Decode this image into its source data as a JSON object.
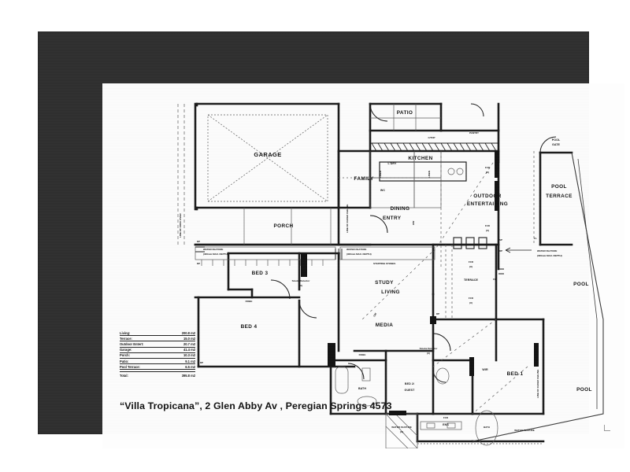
{
  "document": {
    "type": "architectural-floor-plan",
    "caption": "“Villa Tropicana”, 2 Glen Abby Av , Peregian Springs 4573"
  },
  "rooms": [
    {
      "id": "garage",
      "label": "GARAGE"
    },
    {
      "id": "porch",
      "label": "PORCH"
    },
    {
      "id": "entry",
      "label": "ENTRY"
    },
    {
      "id": "laundry",
      "label": "L'DRY"
    },
    {
      "id": "wc",
      "label": "WC"
    },
    {
      "id": "patio",
      "label": "PATIO"
    },
    {
      "id": "kitchen",
      "label": "KITCHEN"
    },
    {
      "id": "family",
      "label": "FAMILY"
    },
    {
      "id": "dining",
      "label": "DINING"
    },
    {
      "id": "outdoor-entertaining",
      "label": "OUTDOOR\nENTERTAINING"
    },
    {
      "id": "pool-terrace",
      "label": "POOL\nTERRACE"
    },
    {
      "id": "pool-gate",
      "label": "POOL\nGATE"
    },
    {
      "id": "bed3",
      "label": "BED 3"
    },
    {
      "id": "bed4",
      "label": "BED 4"
    },
    {
      "id": "study",
      "label": "STUDY"
    },
    {
      "id": "media",
      "label": "MEDIA"
    },
    {
      "id": "living",
      "label": "LIVING"
    },
    {
      "id": "terrace",
      "label": "TERRACE"
    },
    {
      "id": "pool",
      "label": "POOL"
    },
    {
      "id": "pool2",
      "label": "POOL"
    },
    {
      "id": "bath",
      "label": "BATH"
    },
    {
      "id": "bed2-guest",
      "label": "BED 2/\nGUEST"
    },
    {
      "id": "wir",
      "label": "WIR"
    },
    {
      "id": "bed1",
      "label": "BED 1"
    },
    {
      "id": "ens",
      "label": "ENS"
    }
  ],
  "room_labels": {
    "garage": "GARAGE",
    "porch": "PORCH",
    "entry": "ENTRY",
    "laundry": "L'DRY",
    "wc": "WC",
    "patio": "PATIO",
    "kitchen": "KITCHEN",
    "family": "FAMILY",
    "dining": "DINING",
    "outdoor_entertaining_1": "OUTDOOR",
    "outdoor_entertaining_2": "ENTERTAINING",
    "pool_terrace_1": "POOL",
    "pool_terrace_2": "TERRACE",
    "pool_gate_1": "POOL",
    "pool_gate_2": "GATE",
    "bed3": "BED 3",
    "bed4": "BED 4",
    "study": "STUDY",
    "media": "MEDIA",
    "living": "LIVING",
    "terrace": "TERRACE",
    "pool_right": "POOL",
    "pool_bottom": "POOL",
    "bath": "BATH",
    "bed2_1": "BED 2/",
    "bed2_2": "GUEST",
    "wir": "WIR",
    "wir2": "WIR",
    "bed1": "BED 1",
    "ens": "ENS",
    "bath_tub": "BATH",
    "robe": "ROBE"
  },
  "annotations": {
    "water_feature_title": "WATER FEATURE",
    "water_feature_depth": "(300mm MAX. DEPTH)",
    "water_feature_short": "WATER\nFEATURE",
    "smoke_detector": "Smoke\nDetector",
    "smoke_detector_sub": "(X)",
    "stepping_stones": "STEPPING STONES",
    "fcd": "FCD",
    "fcd_sub": "(X)",
    "pantry": "PANTRY",
    "ctop": "C/TOP",
    "line_of_raked_ceiling": "LINE OF RAKED CEILING",
    "robe": "ROBE",
    "linen": "LINEN",
    "dp": "DP",
    "sp": "SP",
    "fl": "FL",
    "ow": "OW",
    "line_of_roof_over": "LINE OF ROOF OVER"
  },
  "area_schedule": {
    "rows": [
      {
        "label": "Living:",
        "value": "200.8 m2"
      },
      {
        "label": "Terrace:",
        "value": "15.0 m2"
      },
      {
        "label": "Outdoor Entert:",
        "value": "20.7 m2"
      },
      {
        "label": "Garage:",
        "value": "41.4 m2"
      },
      {
        "label": "Porch:",
        "value": "10.3 m2"
      },
      {
        "label": "Patio:",
        "value": "9.1 m2"
      },
      {
        "label": "Pool Terrace:",
        "value": "6.5 m2"
      }
    ],
    "total_label": "Total:",
    "total_value": "395.8 m2"
  },
  "colors": {
    "mount": "#2e2e2e",
    "sheet": "#fdfdfd",
    "ink": "#111111",
    "wall": "#1a1a1a",
    "thin": "#555555"
  }
}
